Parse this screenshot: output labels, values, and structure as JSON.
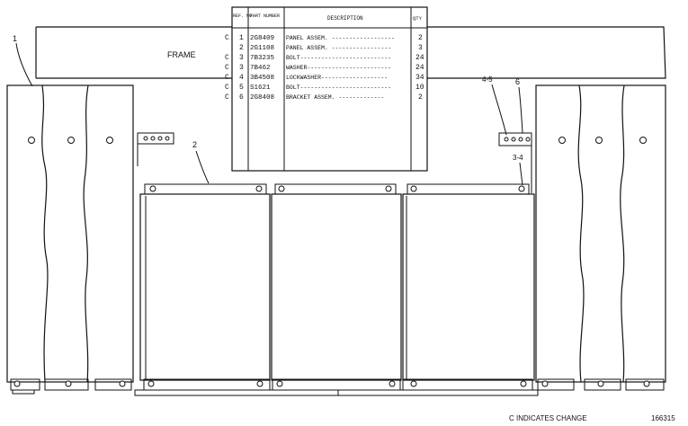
{
  "frame_label": "FRAME",
  "parts_table": {
    "headers": {
      "ref_no": "REF. NO.",
      "part_number": "PART NUMBER",
      "description": "DESCRIPTION",
      "qty": "QTY"
    },
    "rows": [
      {
        "change": "C",
        "ref": "1",
        "part": "2G8409",
        "desc": "PANEL ASSEM. ------------------",
        "qty": "2"
      },
      {
        "change": "",
        "ref": "2",
        "part": "2G1108",
        "desc": "PANEL ASSEM. -----------------",
        "qty": "3"
      },
      {
        "change": "C",
        "ref": "3",
        "part": "7B3235",
        "desc": "BOLT--------------------------",
        "qty": "24"
      },
      {
        "change": "C",
        "ref": "3",
        "part": "7B462",
        "desc": "WASHER------------------------",
        "qty": "24"
      },
      {
        "change": "C",
        "ref": "4",
        "part": "3B4508",
        "desc": "LOCKWASHER-------------------",
        "qty": "34"
      },
      {
        "change": "C",
        "ref": "5",
        "part": "S1621",
        "desc": "BOLT--------------------------",
        "qty": "10"
      },
      {
        "change": "C",
        "ref": "6",
        "part": "2G8408",
        "desc": "BRACKET ASSEM. -------------",
        "qty": "2"
      }
    ]
  },
  "callouts": {
    "c1": "1",
    "c2": "2",
    "c45": "4-5",
    "c6": "6",
    "c34": "3-4"
  },
  "footer": {
    "change_note": "C INDICATES CHANGE",
    "drawing_no": "166315"
  }
}
